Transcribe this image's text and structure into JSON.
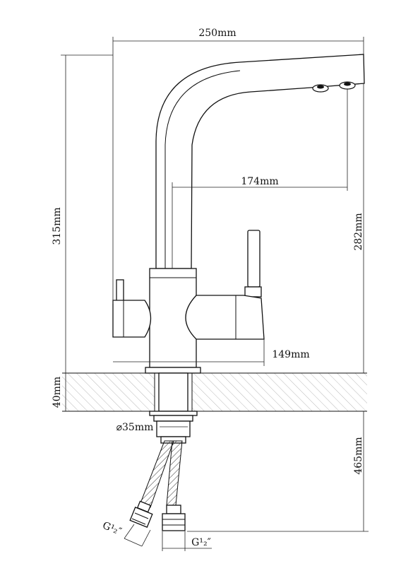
{
  "dimensions": {
    "width_total": "250mm",
    "height_total": "315mm",
    "spout_reach": "174mm",
    "spout_height": "282mm",
    "body_width": "149mm",
    "counter_thickness": "40mm",
    "mount_diameter": "⌀35mm",
    "hose_length": "465mm",
    "thread_left": "G¹₂″",
    "thread_right": "G¹₂″"
  }
}
